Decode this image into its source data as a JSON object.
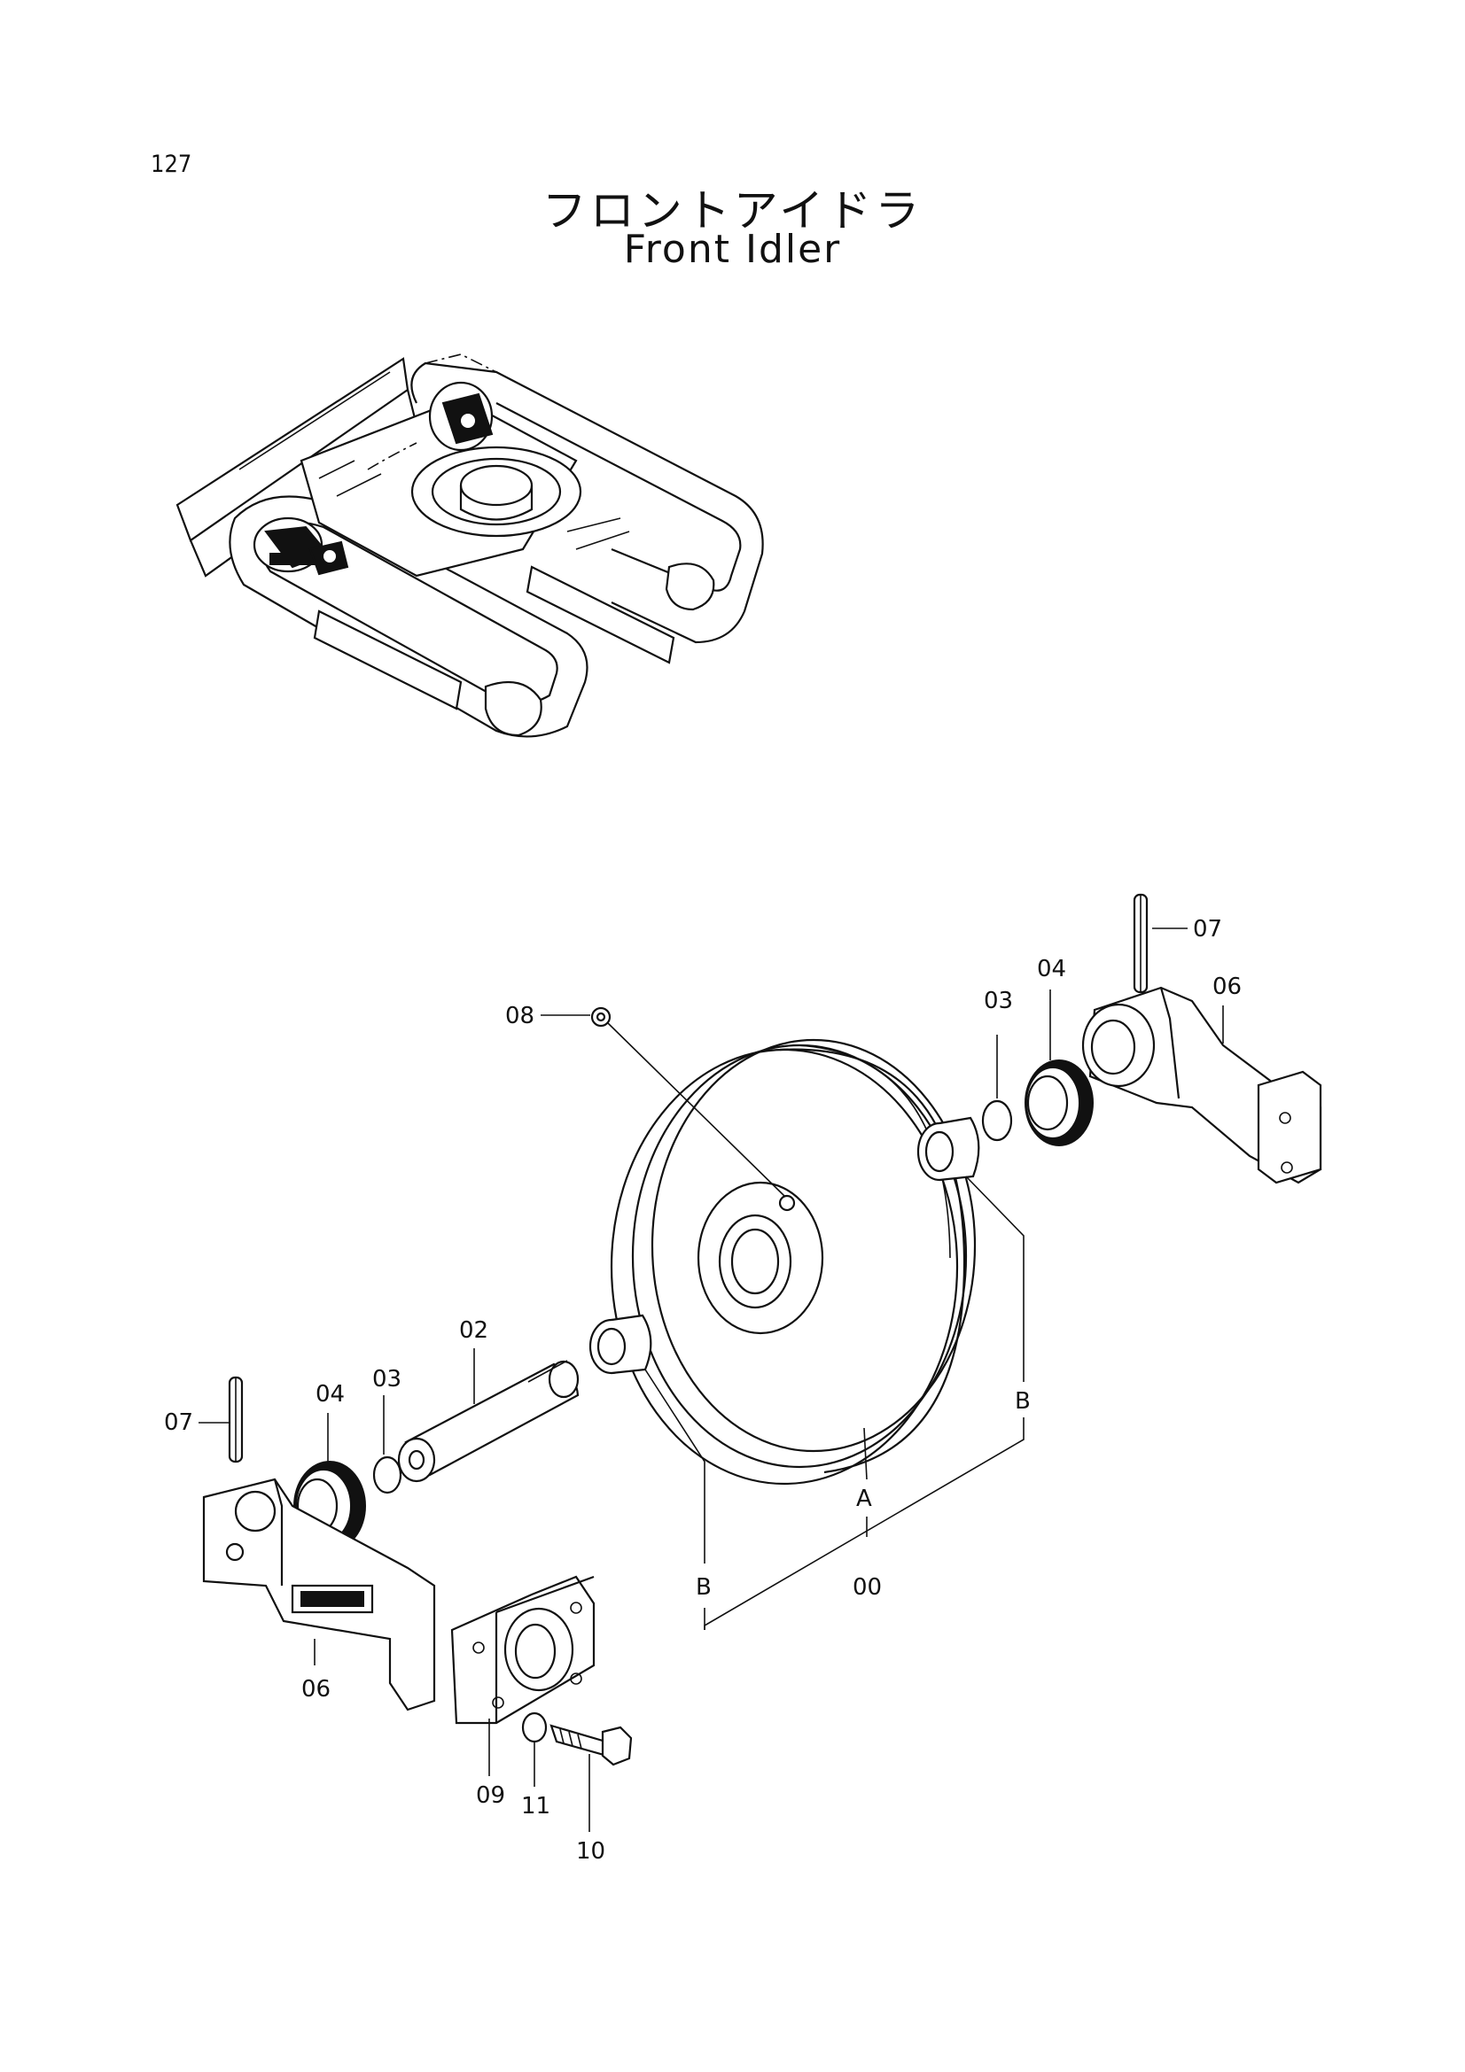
{
  "page": {
    "number": "127"
  },
  "title": {
    "japanese": "フロントアイドラ",
    "english": "Front Idler"
  },
  "callouts": {
    "c08": "08",
    "c07_right": "07",
    "c04_right": "04",
    "c06_right": "06",
    "c03_right": "03",
    "c02": "02",
    "c07_left": "07",
    "c04_left": "04",
    "c03_left": "03",
    "cB_right": "B",
    "cA": "A",
    "cB_left": "B",
    "c00": "00",
    "c06_left": "06",
    "c09": "09",
    "c11": "11",
    "c10": "10"
  }
}
